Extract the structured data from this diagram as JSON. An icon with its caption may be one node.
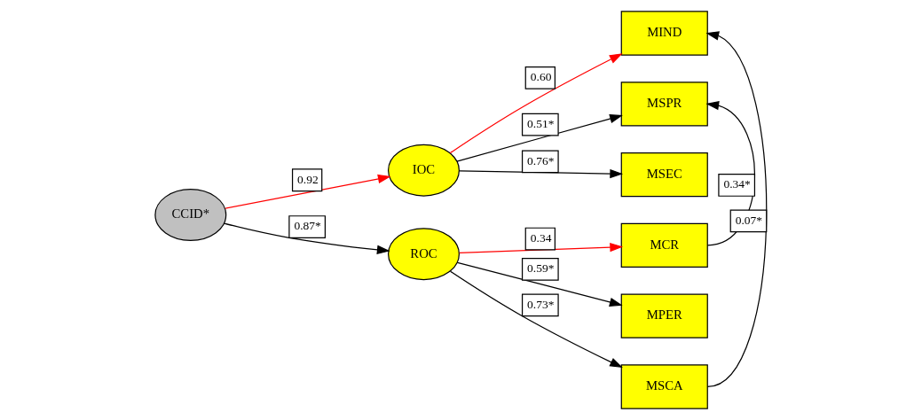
{
  "diagram": {
    "nodes": [
      {
        "text": [
          "CCID*"
        ]
      },
      {
        "text": [
          "IOC"
        ]
      },
      {
        "text": [
          "ROC"
        ]
      },
      {
        "text": [
          "MIND"
        ]
      },
      {
        "text": [
          "MSPR"
        ]
      },
      {
        "text": [
          "MSEC"
        ]
      },
      {
        "text": [
          "MCR"
        ]
      },
      {
        "text": [
          "MPER"
        ]
      },
      {
        "text": [
          "MSCA"
        ]
      }
    ],
    "edges": [
      {
        "from": 0,
        "to": 1,
        "arrow": "to",
        "label": "0.92",
        "color": "#ff0000"
      },
      {
        "from": 0,
        "to": 2,
        "arrow": "to",
        "label": "0.87*"
      },
      {
        "from": 1,
        "to": 3,
        "arrow": "to",
        "label": "0.60",
        "color": "#ff0000"
      },
      {
        "from": 1,
        "to": 4,
        "arrow": "to",
        "label": "0.51*"
      },
      {
        "from": 1,
        "to": 5,
        "arrow": "to",
        "label": "0.76*"
      },
      {
        "from": 2,
        "to": 6,
        "arrow": "to",
        "label": "0.34",
        "color": "#ff0000"
      },
      {
        "from": 2,
        "to": 7,
        "arrow": "to",
        "label": "0.59*"
      },
      {
        "from": 2,
        "to": 8,
        "arrow": "to",
        "label": "0.73*"
      },
      {
        "from": 6,
        "to": 4,
        "arrow": "to",
        "label": "0.34*"
      },
      {
        "from": 8,
        "to": 3,
        "arrow": "to",
        "label": "0.07*"
      }
    ]
  }
}
